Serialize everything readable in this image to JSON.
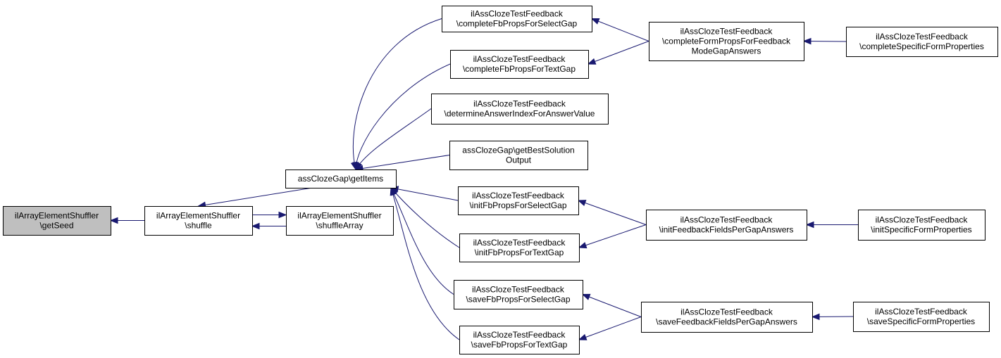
{
  "diagram": {
    "type": "call-graph",
    "edge_color": "#191970",
    "highlight_fill": "#bfbfbf",
    "nodes": [
      {
        "id": "getSeed",
        "lines": [
          "ilArrayElementShuffler",
          "\\getSeed"
        ],
        "highlight": true
      },
      {
        "id": "shuffle",
        "lines": [
          "ilArrayElementShuffler",
          "\\shuffle"
        ]
      },
      {
        "id": "shuffleArray",
        "lines": [
          "ilArrayElementShuffler",
          "\\shuffleArray"
        ]
      },
      {
        "id": "getItems",
        "lines": [
          "assClozeGap\\getItems"
        ]
      },
      {
        "id": "completeFbPropsForSelectGap",
        "lines": [
          "ilAssClozeTestFeedback",
          "\\completeFbPropsForSelectGap"
        ]
      },
      {
        "id": "completeFbPropsForTextGap",
        "lines": [
          "ilAssClozeTestFeedback",
          "\\completeFbPropsForTextGap"
        ]
      },
      {
        "id": "determineAnswerIndexForAnswerValue",
        "lines": [
          "ilAssClozeTestFeedback",
          "\\determineAnswerIndexForAnswerValue"
        ]
      },
      {
        "id": "getBestSolutionOutput",
        "lines": [
          "assClozeGap\\getBestSolution",
          "Output"
        ]
      },
      {
        "id": "initFbPropsForSelectGap",
        "lines": [
          "ilAssClozeTestFeedback",
          "\\initFbPropsForSelectGap"
        ]
      },
      {
        "id": "initFbPropsForTextGap",
        "lines": [
          "ilAssClozeTestFeedback",
          "\\initFbPropsForTextGap"
        ]
      },
      {
        "id": "saveFbPropsForSelectGap",
        "lines": [
          "ilAssClozeTestFeedback",
          "\\saveFbPropsForSelectGap"
        ]
      },
      {
        "id": "saveFbPropsForTextGap",
        "lines": [
          "ilAssClozeTestFeedback",
          "\\saveFbPropsForTextGap"
        ]
      },
      {
        "id": "completeFormPropsForFeedbackModeGapAnswers",
        "lines": [
          "ilAssClozeTestFeedback",
          "\\completeFormPropsForFeedback",
          "ModeGapAnswers"
        ]
      },
      {
        "id": "initFeedbackFieldsPerGapAnswers",
        "lines": [
          "ilAssClozeTestFeedback",
          "\\initFeedbackFieldsPerGapAnswers"
        ]
      },
      {
        "id": "saveFeedbackFieldsPerGapAnswers",
        "lines": [
          "ilAssClozeTestFeedback",
          "\\saveFeedbackFieldsPerGapAnswers"
        ]
      },
      {
        "id": "completeSpecificFormProperties",
        "lines": [
          "ilAssClozeTestFeedback",
          "\\completeSpecificFormProperties"
        ]
      },
      {
        "id": "initSpecificFormProperties",
        "lines": [
          "ilAssClozeTestFeedback",
          "\\initSpecificFormProperties"
        ]
      },
      {
        "id": "saveSpecificFormProperties",
        "lines": [
          "ilAssClozeTestFeedback",
          "\\saveSpecificFormProperties"
        ]
      }
    ],
    "edges": [
      {
        "from": "shuffle",
        "to": "getSeed"
      },
      {
        "from": "shuffleArray",
        "to": "shuffle"
      },
      {
        "from": "shuffle",
        "to": "shuffleArray"
      },
      {
        "from": "getItems",
        "to": "shuffle"
      },
      {
        "from": "completeFbPropsForSelectGap",
        "to": "getItems"
      },
      {
        "from": "completeFbPropsForTextGap",
        "to": "getItems"
      },
      {
        "from": "determineAnswerIndexForAnswerValue",
        "to": "getItems"
      },
      {
        "from": "getBestSolutionOutput",
        "to": "getItems"
      },
      {
        "from": "initFbPropsForSelectGap",
        "to": "getItems"
      },
      {
        "from": "initFbPropsForTextGap",
        "to": "getItems"
      },
      {
        "from": "saveFbPropsForSelectGap",
        "to": "getItems"
      },
      {
        "from": "saveFbPropsForTextGap",
        "to": "getItems"
      },
      {
        "from": "completeFormPropsForFeedbackModeGapAnswers",
        "to": "completeFbPropsForSelectGap"
      },
      {
        "from": "completeFormPropsForFeedbackModeGapAnswers",
        "to": "completeFbPropsForTextGap"
      },
      {
        "from": "initFeedbackFieldsPerGapAnswers",
        "to": "initFbPropsForSelectGap"
      },
      {
        "from": "initFeedbackFieldsPerGapAnswers",
        "to": "initFbPropsForTextGap"
      },
      {
        "from": "saveFeedbackFieldsPerGapAnswers",
        "to": "saveFbPropsForSelectGap"
      },
      {
        "from": "saveFeedbackFieldsPerGapAnswers",
        "to": "saveFbPropsForTextGap"
      },
      {
        "from": "completeSpecificFormProperties",
        "to": "completeFormPropsForFeedbackModeGapAnswers"
      },
      {
        "from": "initSpecificFormProperties",
        "to": "initFeedbackFieldsPerGapAnswers"
      },
      {
        "from": "saveSpecificFormProperties",
        "to": "saveFeedbackFieldsPerGapAnswers"
      }
    ]
  }
}
